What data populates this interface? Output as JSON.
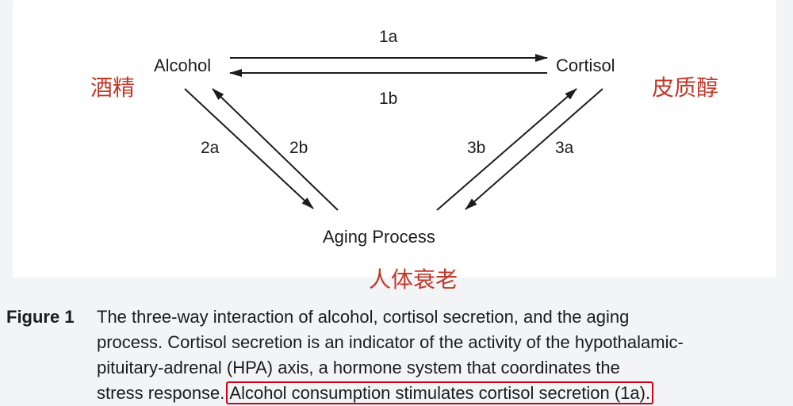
{
  "diagram": {
    "nodes": {
      "alcohol": "Alcohol",
      "cortisol": "Cortisol",
      "aging": "Aging Process"
    },
    "annotations": {
      "alcohol_cn": "酒精",
      "cortisol_cn": "皮质醇",
      "aging_cn": "人体衰老"
    },
    "edges": [
      {
        "id": "1a",
        "from": "Alcohol",
        "to": "Cortisol",
        "label": "1a"
      },
      {
        "id": "1b",
        "from": "Cortisol",
        "to": "Alcohol",
        "label": "1b"
      },
      {
        "id": "2a",
        "from": "Alcohol",
        "to": "Aging Process",
        "label": "2a"
      },
      {
        "id": "2b",
        "from": "Aging Process",
        "to": "Alcohol",
        "label": "2b"
      },
      {
        "id": "3a",
        "from": "Cortisol",
        "to": "Aging Process",
        "label": "3a"
      },
      {
        "id": "3b",
        "from": "Aging Process",
        "to": "Cortisol",
        "label": "3b"
      }
    ]
  },
  "caption": {
    "tag": "Figure 1",
    "line1": "The three-way interaction of alcohol, cortisol secretion, and the aging",
    "line2": "process. Cortisol secretion is an indicator of the activity of the hypothalamic-",
    "line3": "pituitary-adrenal (HPA) axis, a hormone system that coordinates the",
    "line4_pre": "stress response.",
    "line4_highlight": "Alcohol consumption stimulates cortisol secretion (1a)."
  },
  "colors": {
    "highlight_box": "#d0021b",
    "annotation_text": "#c0392b",
    "arrow": "#1c1c1c"
  }
}
